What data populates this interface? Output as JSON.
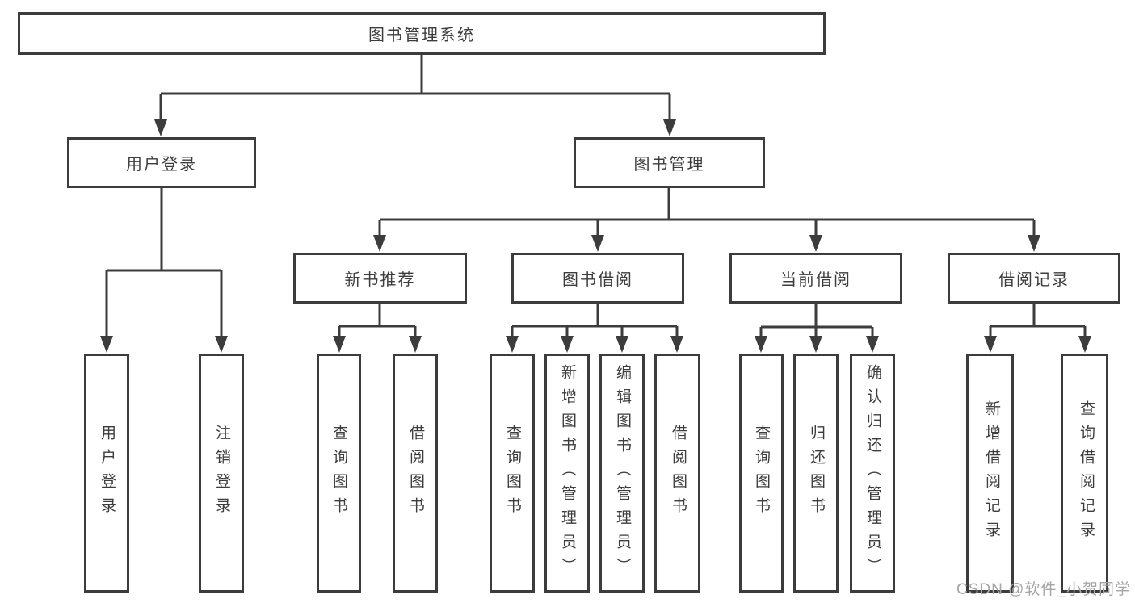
{
  "diagram": {
    "type": "hierarchy-tree",
    "watermark": "CSDN @软件_小贺同学",
    "colors": {
      "line": "#3c3c3c",
      "box_border": "#3c3c3c",
      "box_fill": "#ffffff",
      "text": "#3d3d3d",
      "watermark": "#a5a5a5",
      "background": "#ffffff"
    },
    "nodes": [
      {
        "id": "library-system",
        "label": "图书管理系统",
        "parent": null
      },
      {
        "id": "user-login",
        "label": "用户登录",
        "parent": "library-system"
      },
      {
        "id": "book-management",
        "label": "图书管理",
        "parent": "library-system"
      },
      {
        "id": "new-book-recommend",
        "label": "新书推荐",
        "parent": "book-management"
      },
      {
        "id": "book-borrowing",
        "label": "图书借阅",
        "parent": "book-management"
      },
      {
        "id": "current-borrowing",
        "label": "当前借阅",
        "parent": "book-management"
      },
      {
        "id": "borrowing-records",
        "label": "借阅记录",
        "parent": "book-management"
      },
      {
        "id": "user-login-action",
        "label": "用户登录",
        "parent": "user-login"
      },
      {
        "id": "logout",
        "label": "注销登录",
        "parent": "user-login"
      },
      {
        "id": "query-books-recommend",
        "label": "查询图书",
        "parent": "new-book-recommend"
      },
      {
        "id": "borrow-books-recommend",
        "label": "借阅图书",
        "parent": "new-book-recommend"
      },
      {
        "id": "query-books-borrowing",
        "label": "查询图书",
        "parent": "book-borrowing"
      },
      {
        "id": "add-books-admin",
        "label": "新增图书（管理员）",
        "parent": "book-borrowing"
      },
      {
        "id": "edit-books-admin",
        "label": "编辑图书（管理员）",
        "parent": "book-borrowing"
      },
      {
        "id": "borrow-books",
        "label": "借阅图书",
        "parent": "book-borrowing"
      },
      {
        "id": "query-books-current",
        "label": "查询图书",
        "parent": "current-borrowing"
      },
      {
        "id": "return-books",
        "label": "归还图书",
        "parent": "current-borrowing"
      },
      {
        "id": "confirm-return-admin",
        "label": "确认归还（管理员）",
        "parent": "current-borrowing"
      },
      {
        "id": "add-borrow-record",
        "label": "新增借阅记录",
        "parent": "borrowing-records"
      },
      {
        "id": "query-borrow-record",
        "label": "查询借阅记录",
        "parent": "borrowing-records"
      }
    ]
  }
}
